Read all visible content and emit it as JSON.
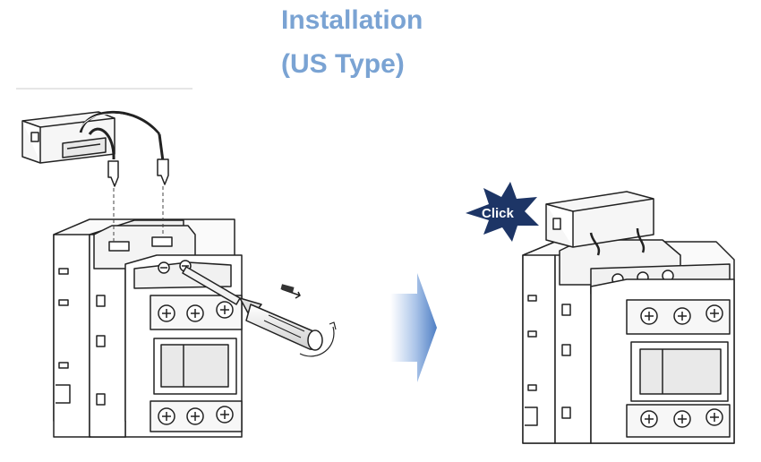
{
  "title": {
    "line1": "Installation",
    "line2": "(US Type)"
  },
  "callout": {
    "label": "Click"
  },
  "colors": {
    "title": "#7aa3d3",
    "star": "#1d3566",
    "arrow": "#4f7fc4"
  },
  "icons": [
    "contactor-before",
    "surge-suppressor-module",
    "screwdriver-icon",
    "direction-arrow-icon",
    "contactor-after",
    "click-star-icon"
  ]
}
